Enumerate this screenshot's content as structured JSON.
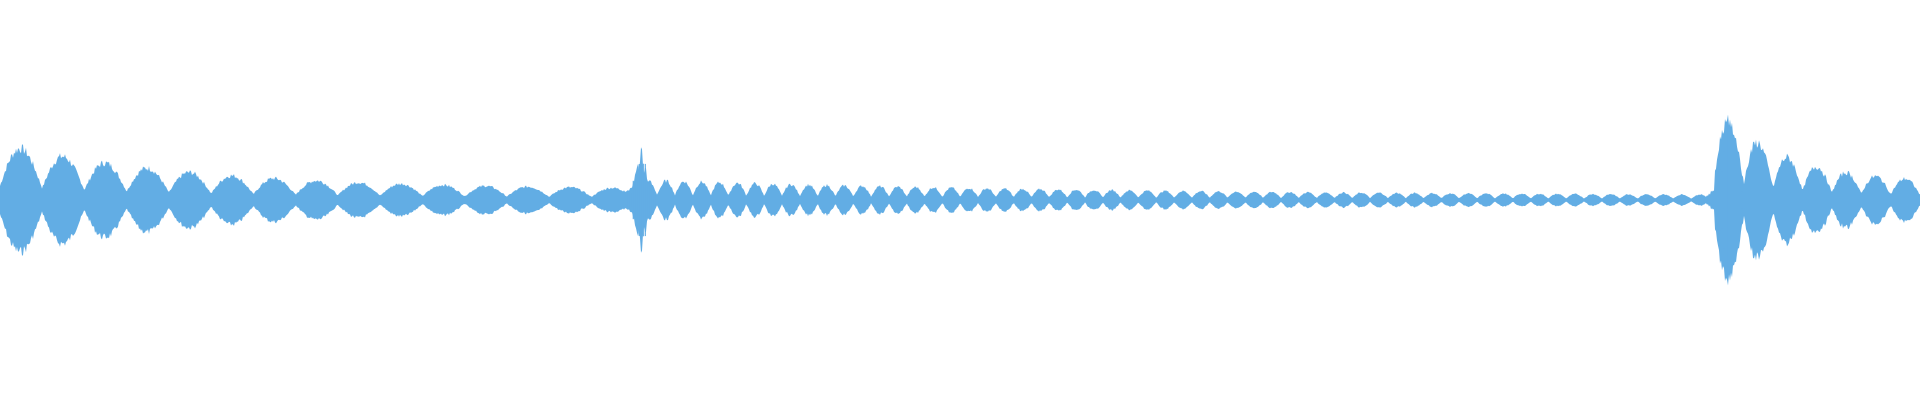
{
  "waveform": {
    "color": "#62ade4",
    "background": "#ffffff",
    "icon": "audio-waveform-icon",
    "segments": [
      {
        "start": 0.0,
        "end": 0.33,
        "peak": 0.28,
        "pulse_count": 15,
        "decay": "fast"
      },
      {
        "start": 0.333,
        "end": 0.89,
        "peak": 0.1,
        "pulse_count": 60,
        "decay": "slow"
      },
      {
        "start": 0.893,
        "end": 1.0,
        "peak": 0.48,
        "pulse_count": 7,
        "decay": "fast"
      }
    ],
    "onsets": [
      {
        "position": 0.334,
        "peak": 0.32
      },
      {
        "position": 0.9,
        "peak": 0.48
      }
    ]
  }
}
